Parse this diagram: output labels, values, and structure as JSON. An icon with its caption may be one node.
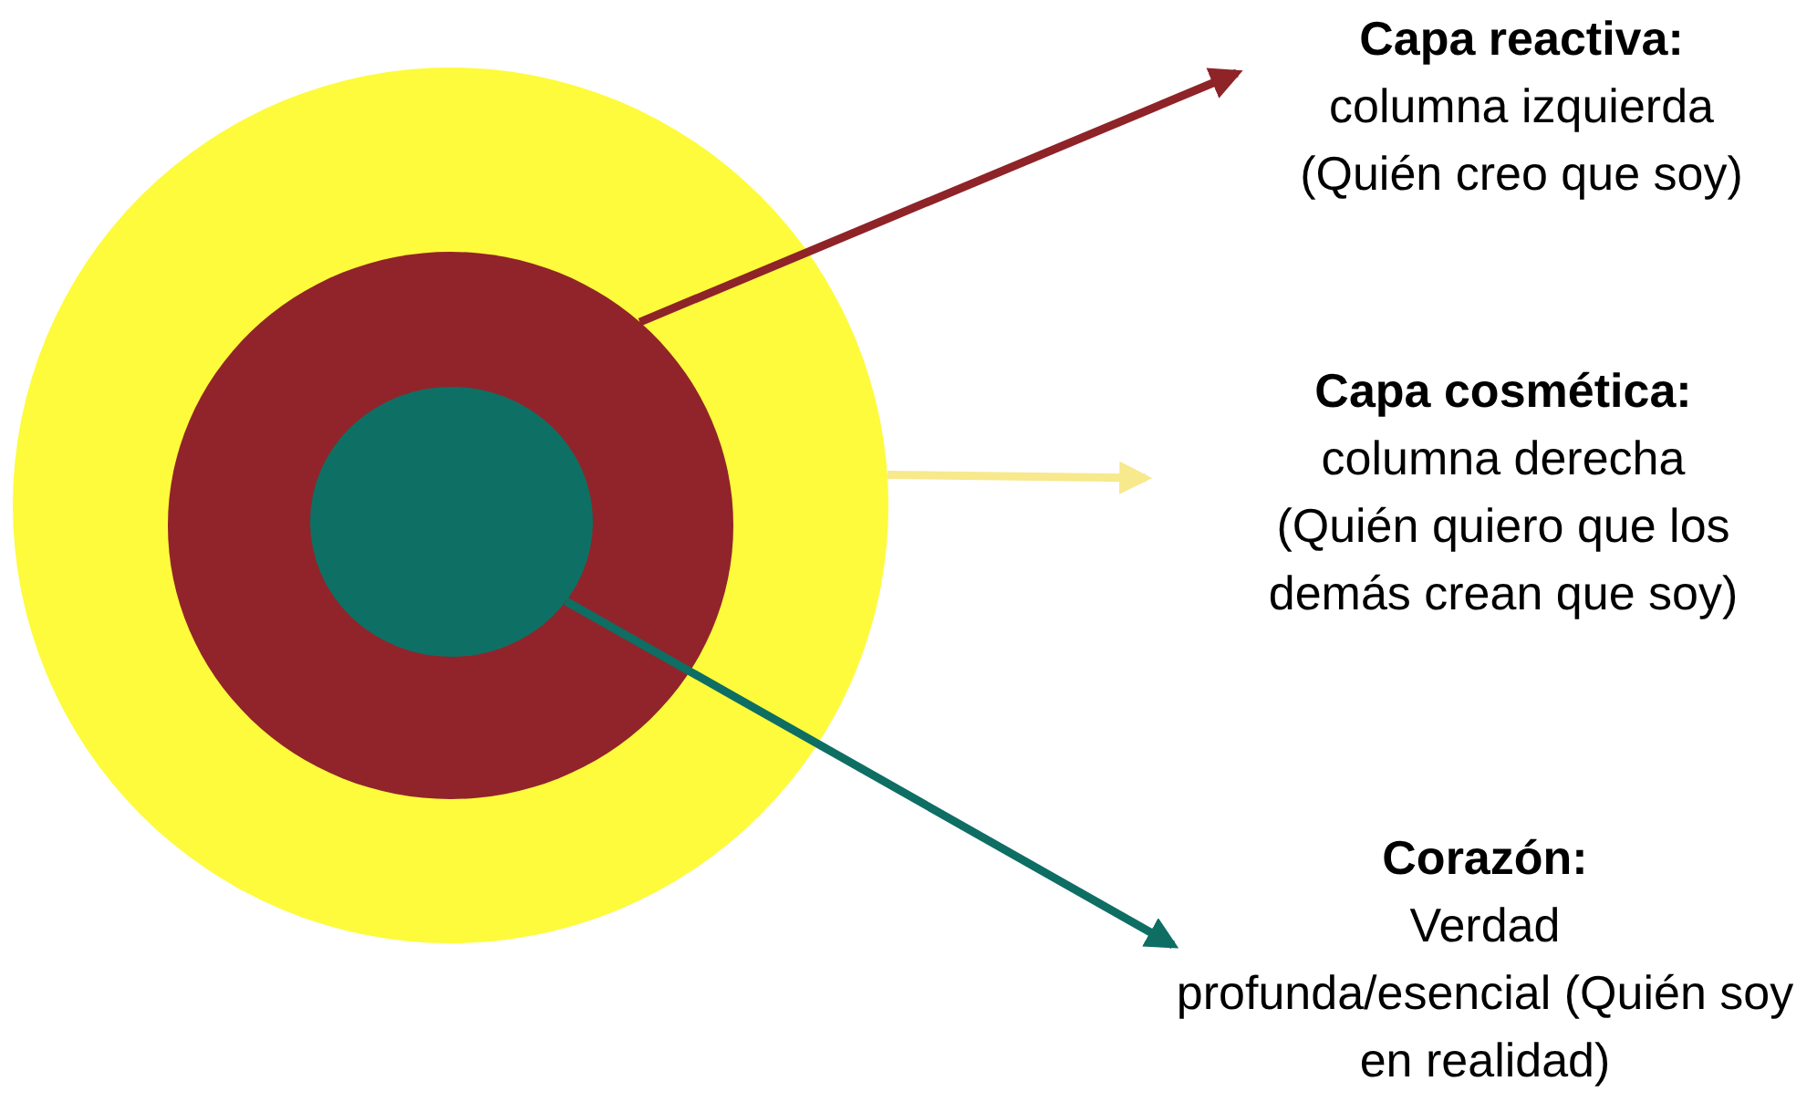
{
  "diagram": {
    "nodes": [
      {
        "text": [],
        "shape": "circle"
      },
      {
        "text": [],
        "shape": "circle",
        "in": 0
      },
      {
        "text": [],
        "shape": "circle",
        "in": 1
      },
      {
        "text": [
          "Capa reactiva:",
          "columna izquierda",
          "(Quién creo que soy)"
        ]
      },
      {
        "text": [
          "Capa cosmética:",
          "columna derecha",
          "(Quién quiero que los demás crean que soy)"
        ]
      },
      {
        "text": [
          "Corazón:",
          "Verdad",
          "profunda/esencial (Quién soy en realidad)"
        ]
      }
    ],
    "edges": [
      {
        "from": 1,
        "to": 3,
        "arrow": "to",
        "color": "#8e2328"
      },
      {
        "from": 0,
        "to": 4,
        "arrow": "to",
        "color": "#f7e98c"
      },
      {
        "from": 2,
        "to": 5,
        "arrow": "to",
        "color": "#0e6e63"
      }
    ]
  }
}
